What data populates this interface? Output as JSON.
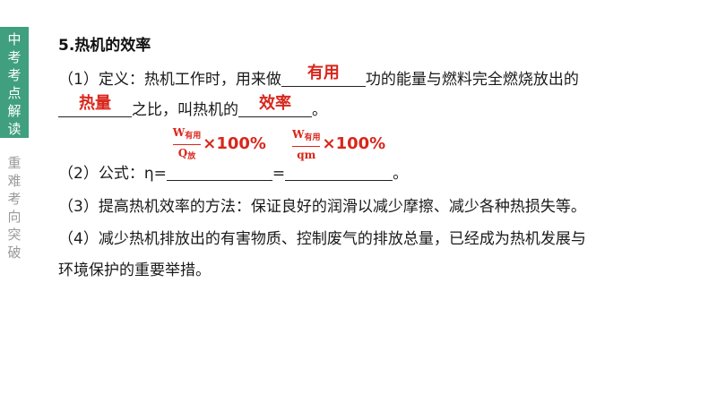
{
  "sidebar": {
    "active_chars": [
      "中",
      "考",
      "考",
      "点",
      "解",
      "读"
    ],
    "inactive_chars": [
      "重",
      "难",
      "考",
      "向",
      "突",
      "破"
    ]
  },
  "content": {
    "title": "5.热机的效率",
    "definition": {
      "part1": "（1）定义：热机工作时，用来做",
      "answer1": "有用",
      "part2": "功的能量与燃料完全燃烧放出的",
      "answer2": "热量",
      "part3": "之比，叫热机的",
      "answer3": "效率",
      "part4": "。"
    },
    "formula": {
      "prefix": "（2）公式：η=",
      "frac1_num": "W",
      "frac1_num_sub": "有用",
      "frac1_den": "Q",
      "frac1_den_sub": "放",
      "frac1_tail": "×100%",
      "equals": "=",
      "frac2_num": "W",
      "frac2_num_sub": "有用",
      "frac2_den": "qm",
      "frac2_tail": "×100%",
      "end": "。"
    },
    "method": "（3）提高热机效率的方法：保证良好的润滑以减少摩擦、减少各种热损失等。",
    "measure_line1": "（4）减少热机排放出的有害物质、控制废气的排放总量，已经成为热机发展与",
    "measure_line2": "环境保护的重要举措。"
  },
  "colors": {
    "accent_green": "#3f9f7f",
    "answer_red": "#d9261c"
  }
}
